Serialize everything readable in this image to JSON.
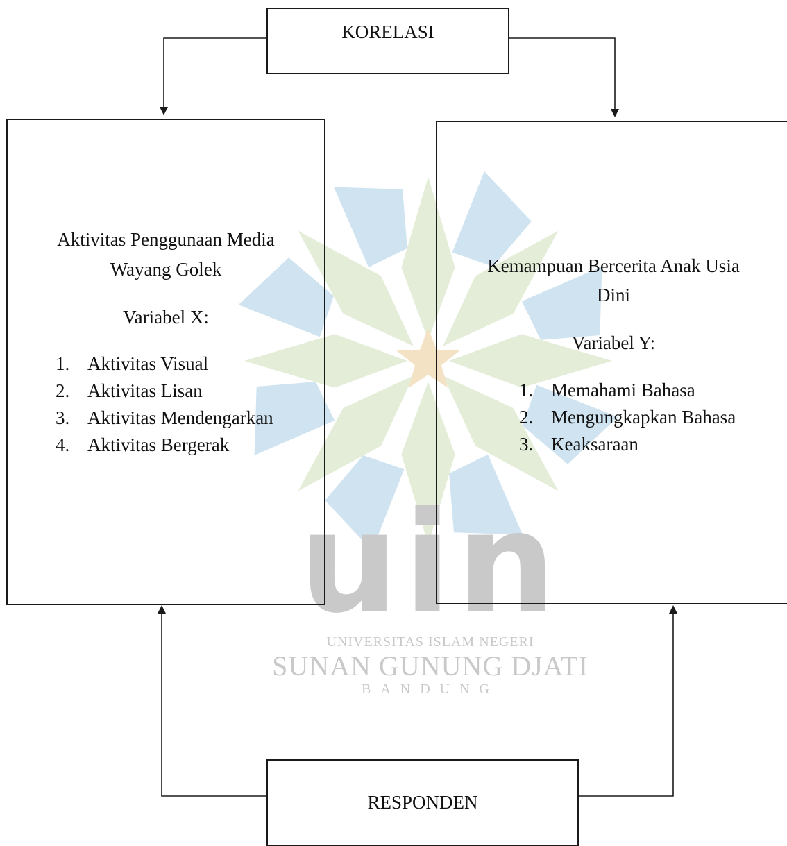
{
  "diagram": {
    "top_box": {
      "label": "KORELASI"
    },
    "bottom_box": {
      "label": "RESPONDEN"
    },
    "left_box": {
      "title_line1": "Aktivitas Penggunaan Media",
      "title_line2": "Wayang Golek",
      "variable_label": "Variabel X:",
      "items": [
        {
          "num": "1.",
          "text": "Aktivitas Visual"
        },
        {
          "num": "2.",
          "text": "Aktivitas Lisan"
        },
        {
          "num": "3.",
          "text": "Aktivitas Mendengarkan"
        },
        {
          "num": "4.",
          "text": "Aktivitas Bergerak"
        }
      ]
    },
    "right_box": {
      "title_line1": "Kemampuan Bercerita Anak Usia",
      "title_line2": "Dini",
      "variable_label": "Variabel Y:",
      "items": [
        {
          "num": "1.",
          "text": "Memahami Bahasa"
        },
        {
          "num": "2.",
          "text": "Mengungkapkan Bahasa"
        },
        {
          "num": "3.",
          "text": "Keaksaraan"
        }
      ]
    }
  },
  "watermark": {
    "logo_text": "uin",
    "line1": "UNIVERSITAS ISLAM NEGERI",
    "line2": "SUNAN GUNUNG DJATI",
    "line3": "BANDUNG",
    "colors": {
      "blue": "#cfe3f1",
      "green": "#e3edd7",
      "star": "#f3e3c4",
      "gray": "#c9c9c9"
    }
  },
  "colors": {
    "line": "#1a1a1a",
    "text": "#111111",
    "background": "#ffffff"
  }
}
